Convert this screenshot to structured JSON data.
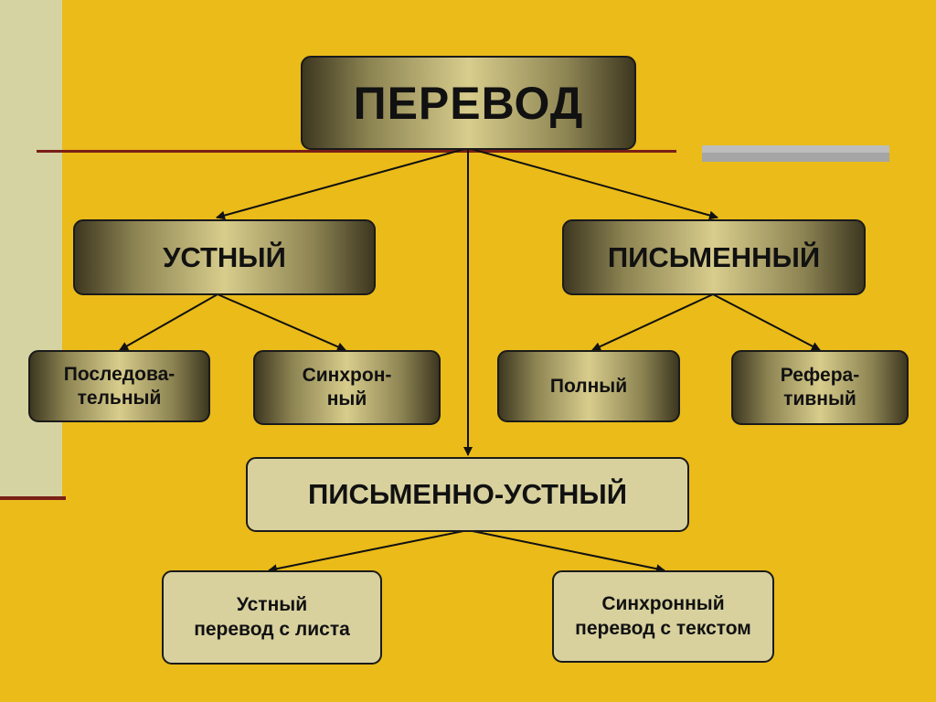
{
  "diagram": {
    "root": "ПЕРЕВОД",
    "oral": "УСТНЫЙ",
    "written": "ПИСЬМЕННЫЙ",
    "oral_children": [
      "Последова-\nтельный",
      "Синхрон-\nный"
    ],
    "written_children": [
      "Полный",
      "Рефера-\nтивный"
    ],
    "written_oral": "ПИСЬМЕННО-УСТНЫЙ",
    "written_oral_children": [
      "Устный\nперевод с листа",
      "Синхронный\nперевод с текстом"
    ]
  }
}
